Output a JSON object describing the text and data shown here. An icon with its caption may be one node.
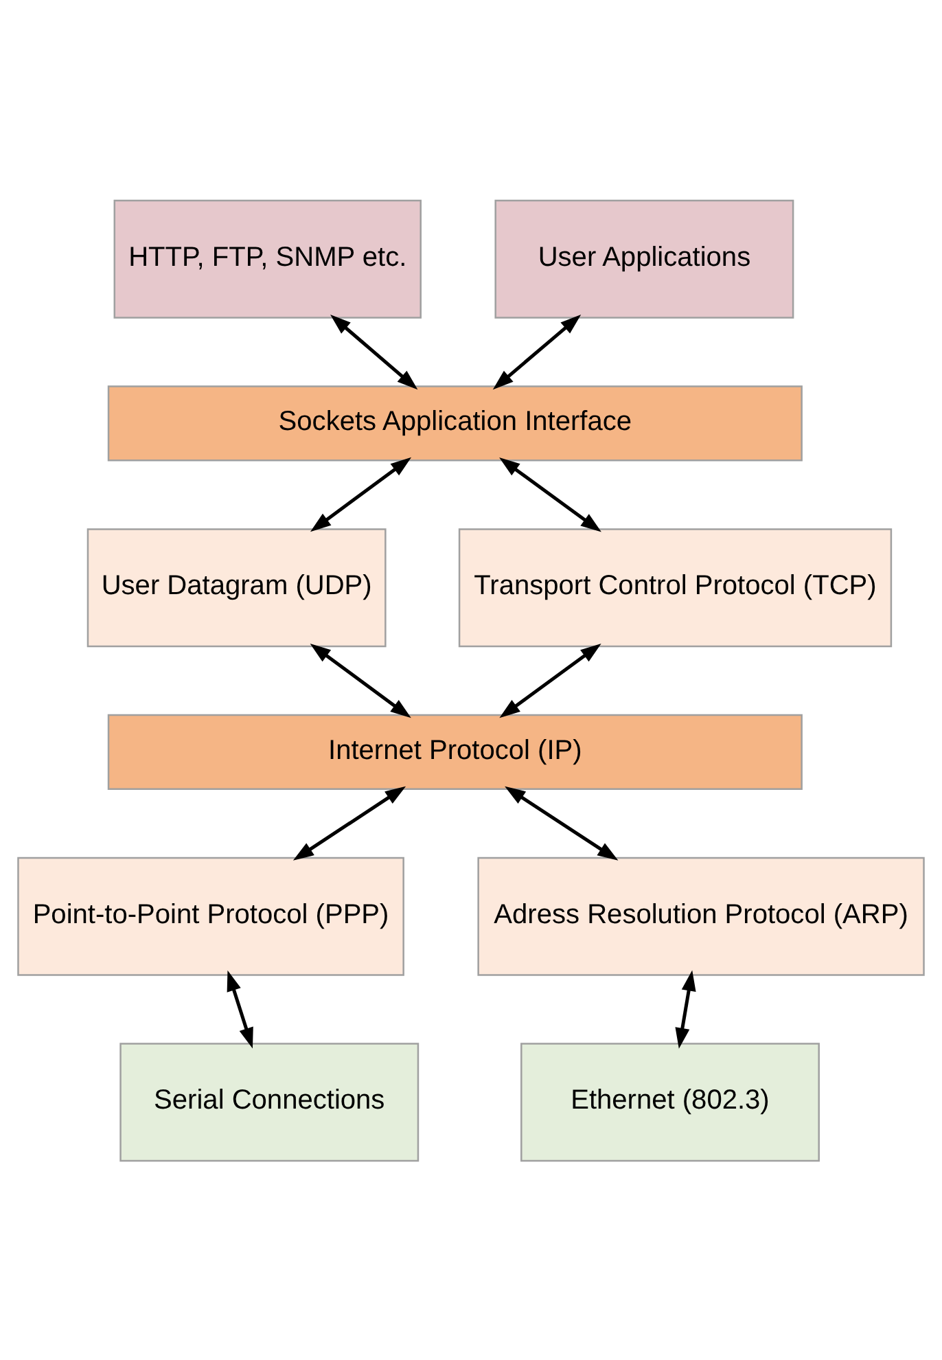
{
  "diagram": {
    "nodes": [
      {
        "text": [
          "HTTP, FTP, SNMP etc."
        ]
      },
      {
        "text": [
          "User Applications"
        ]
      },
      {
        "text": [
          "Sockets Application Interface"
        ]
      },
      {
        "text": [
          "User Datagram (UDP)"
        ]
      },
      {
        "text": [
          "Transport Control Protocol (TCP)"
        ]
      },
      {
        "text": [
          "Internet Protocol (IP)"
        ]
      },
      {
        "text": [
          "Point-to-Point Protocol (PPP)"
        ]
      },
      {
        "text": [
          "Adress Resolution Protocol (ARP)"
        ]
      },
      {
        "text": [
          "Serial Connections"
        ]
      },
      {
        "text": [
          "Ethernet (802.3)"
        ]
      }
    ],
    "edges": [
      {
        "from": 0,
        "to": 2,
        "arrow": "both"
      },
      {
        "from": 1,
        "to": 2,
        "arrow": "both"
      },
      {
        "from": 2,
        "to": 3,
        "arrow": "both"
      },
      {
        "from": 2,
        "to": 4,
        "arrow": "both"
      },
      {
        "from": 3,
        "to": 5,
        "arrow": "both"
      },
      {
        "from": 4,
        "to": 5,
        "arrow": "both"
      },
      {
        "from": 5,
        "to": 6,
        "arrow": "both"
      },
      {
        "from": 5,
        "to": 7,
        "arrow": "both"
      },
      {
        "from": 6,
        "to": 8,
        "arrow": "both"
      },
      {
        "from": 7,
        "to": 9,
        "arrow": "both"
      }
    ]
  }
}
